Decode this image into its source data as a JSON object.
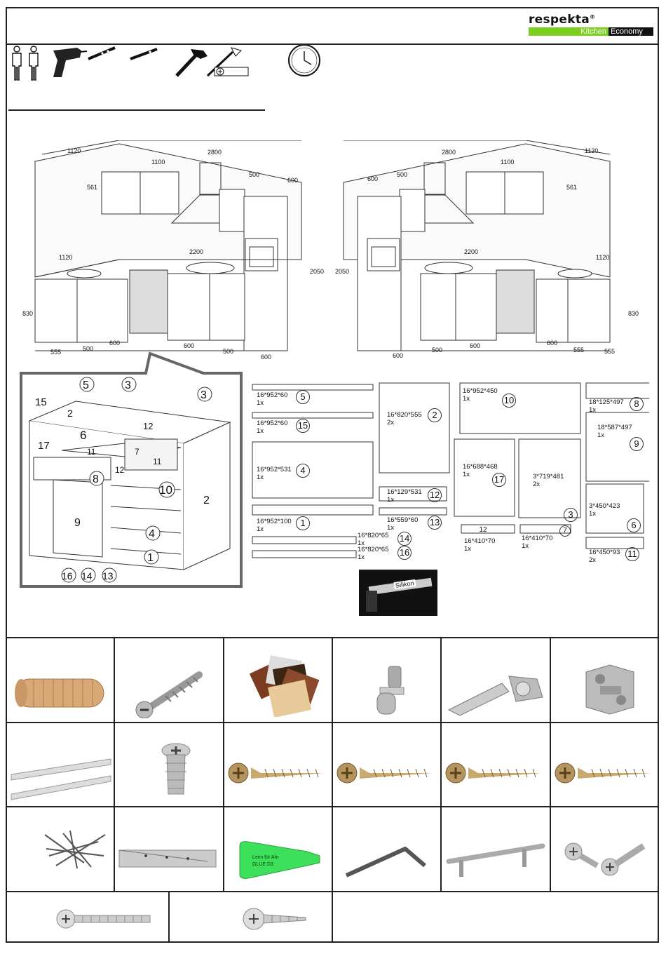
{
  "brand": {
    "name": "respekta",
    "reg": "®",
    "tag_left": "Kitchen",
    "tag_right": "Economy",
    "accent": "#7dcf1f"
  },
  "tools": [
    "two-persons-icon",
    "drill-icon",
    "drill-bit-icon",
    "drill-bit-small-icon",
    "hammer-icon",
    "screwdriver-icon",
    "clock-icon"
  ],
  "dimensions_left": {
    "top_total": "2800",
    "depth": "1120",
    "upper_width": "1100",
    "upper_height": "561",
    "w500": "500",
    "w600": "600",
    "counter": "2200",
    "counter_depth": "1120",
    "tall_height": "2050",
    "base_height": "830",
    "b555": "555",
    "b500": "500",
    "b600": "600",
    "f600": "600",
    "f500": "500",
    "f600b": "600"
  },
  "dimensions_right": {
    "top_total": "2800",
    "depth": "1120",
    "upper_width": "1100",
    "upper_height": "561",
    "w600": "600",
    "w500": "500",
    "counter": "2200",
    "counter_depth": "1120",
    "tall_height": "2050",
    "base_height": "830",
    "b600": "600",
    "b555": "555",
    "b555b": "555",
    "f600": "600",
    "f500": "500",
    "f600b": "600"
  },
  "exploded_labels": [
    "5",
    "3",
    "3",
    "15",
    "2",
    "6",
    "12",
    "17",
    "11",
    "7",
    "11",
    "12",
    "8",
    "10",
    "2",
    "9",
    "4",
    "1",
    "16",
    "14",
    "13"
  ],
  "parts": [
    {
      "dim": "16*952*60",
      "qty": "1x",
      "num": "5"
    },
    {
      "dim": "16*952*60",
      "qty": "1x",
      "num": "15"
    },
    {
      "dim": "16*952*531",
      "qty": "1x",
      "num": "4"
    },
    {
      "dim": "16*952*100",
      "qty": "1x",
      "num": "1"
    },
    {
      "dim": "16*820*65",
      "qty": "1x",
      "num": "14"
    },
    {
      "dim": "16*820*65",
      "qty": "1x",
      "num": "16"
    },
    {
      "dim": "16*820*555",
      "qty": "2x",
      "num": "2"
    },
    {
      "dim": "16*129*531",
      "qty": "1x",
      "num": "12"
    },
    {
      "dim": "16*559*60",
      "qty": "1x",
      "num": "13"
    },
    {
      "dim": "16*952*450",
      "qty": "1x",
      "num": "10"
    },
    {
      "dim": "16*688*468",
      "qty": "1x",
      "num": "17"
    },
    {
      "dim": "16*410*70",
      "qty": "1x",
      "num": "12"
    },
    {
      "dim": "3*719*481",
      "qty": "2x",
      "num": "3"
    },
    {
      "dim": "16*410*70",
      "qty": "1x",
      "num": "7"
    },
    {
      "dim": "18*125*497",
      "qty": "1x",
      "num": "8"
    },
    {
      "dim": "18*587*497",
      "qty": "1x",
      "num": "9"
    },
    {
      "dim": "3*450*423",
      "qty": "1x",
      "num": "6"
    },
    {
      "dim": "16*450*93",
      "qty": "2x",
      "num": "11"
    }
  ],
  "silikon": "Silikon",
  "hardware": [
    "wooden-dowel-icon",
    "confirmat-screw-icon",
    "edge-banding-swatches-icon",
    "shelf-support-icon",
    "cabinet-hinge-icon",
    "hinge-mounting-plate-icon",
    "drawer-runners-icon",
    "euro-screw-icon",
    "wood-screw-icon",
    "wood-screw-icon",
    "wood-screw-icon",
    "wood-screw-icon",
    "nails-icon",
    "metal-bracket-icon",
    "glue-tube-icon",
    "allen-key-icon",
    "handle-icon",
    "handle-screws-icon",
    "long-screw-icon",
    "washer-screw-icon"
  ],
  "glue": {
    "line1": "Leim für Ahr",
    "line2": "GLUE D3"
  }
}
